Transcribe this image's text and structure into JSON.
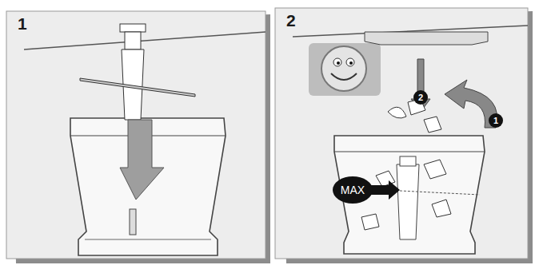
{
  "diagram": {
    "nodes": [
      {
        "text": [
          "1"
        ]
      },
      {
        "text": [
          "2"
        ]
      }
    ],
    "labels": [
      "2",
      "1",
      "MAX"
    ]
  }
}
